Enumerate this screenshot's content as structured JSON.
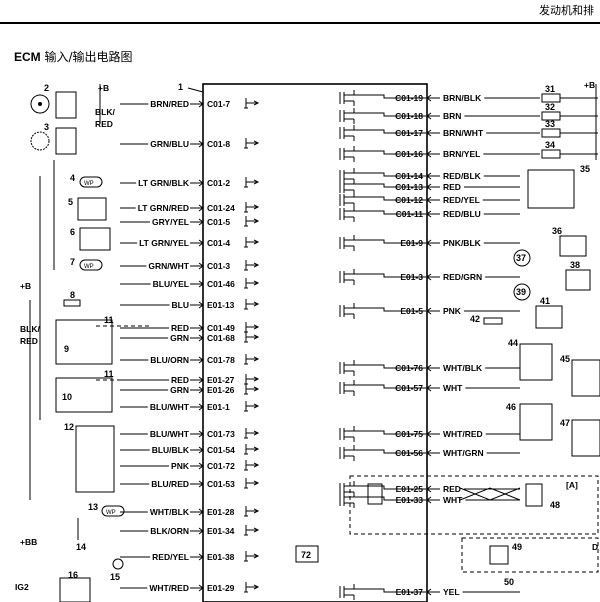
{
  "header": {
    "section": "发动机和排"
  },
  "title": {
    "en": "ECM",
    "zh": "输入/输出电路图"
  },
  "ecm_label": "1",
  "left_rows": [
    {
      "wire": "BRN/RED",
      "pin": "C01-7"
    },
    {
      "wire": "GRN/BLU",
      "pin": "C01-8"
    },
    {
      "wire": "LT GRN/BLK",
      "pin": "C01-2"
    },
    {
      "wire": "LT GRN/RED",
      "pin": "C01-24"
    },
    {
      "wire": "GRY/YEL",
      "pin": "C01-5"
    },
    {
      "wire": "LT GRN/YEL",
      "pin": "C01-4"
    },
    {
      "wire": "GRN/WHT",
      "pin": "C01-3"
    },
    {
      "wire": "BLU/YEL",
      "pin": "C01-46"
    },
    {
      "wire": "BLU",
      "pin": "E01-13"
    },
    {
      "wire": "RED",
      "pin": "C01-49"
    },
    {
      "wire": "GRN",
      "pin": "C01-68"
    },
    {
      "wire": "BLU/ORN",
      "pin": "C01-78"
    },
    {
      "wire": "RED",
      "pin": "E01-27"
    },
    {
      "wire": "GRN",
      "pin": "E01-26"
    },
    {
      "wire": "BLU/WHT",
      "pin": "E01-1"
    },
    {
      "wire": "BLU/WHT",
      "pin": "C01-73"
    },
    {
      "wire": "BLU/BLK",
      "pin": "C01-54"
    },
    {
      "wire": "PNK",
      "pin": "C01-72"
    },
    {
      "wire": "BLU/RED",
      "pin": "C01-53"
    },
    {
      "wire": "WHT/BLK",
      "pin": "E01-28"
    },
    {
      "wire": "BLK/ORN",
      "pin": "E01-34"
    },
    {
      "wire": "RED/YEL",
      "pin": "E01-38"
    },
    {
      "wire": "WHT/RED",
      "pin": "E01-29"
    }
  ],
  "right_rows": [
    {
      "pin": "C01-19",
      "wire": "BRN/BLK",
      "comp": "31"
    },
    {
      "pin": "C01-18",
      "wire": "BRN",
      "comp": "32"
    },
    {
      "pin": "C01-17",
      "wire": "BRN/WHT",
      "comp": "33"
    },
    {
      "pin": "C01-16",
      "wire": "BRN/YEL",
      "comp": "34"
    },
    {
      "pin": "C01-14",
      "wire": "RED/BLK",
      "comp": ""
    },
    {
      "pin": "C01-13",
      "wire": "RED",
      "comp": ""
    },
    {
      "pin": "C01-12",
      "wire": "RED/YEL",
      "comp": ""
    },
    {
      "pin": "C01-11",
      "wire": "RED/BLU",
      "comp": ""
    },
    {
      "pin": "E01-9",
      "wire": "PNK/BLK",
      "comp": ""
    },
    {
      "pin": "E01-3",
      "wire": "RED/GRN",
      "comp": ""
    },
    {
      "pin": "E01-5",
      "wire": "PNK",
      "comp": ""
    },
    {
      "pin": "C01-76",
      "wire": "WHT/BLK",
      "comp": ""
    },
    {
      "pin": "C01-57",
      "wire": "WHT",
      "comp": ""
    },
    {
      "pin": "C01-75",
      "wire": "WHT/RED",
      "comp": ""
    },
    {
      "pin": "C01-56",
      "wire": "WHT/GRN",
      "comp": ""
    },
    {
      "pin": "E01-25",
      "wire": "RED",
      "comp": ""
    },
    {
      "pin": "E01-33",
      "wire": "WHT",
      "comp": ""
    },
    {
      "pin": "E01-37",
      "wire": "YEL",
      "comp": ""
    }
  ],
  "components": {
    "c2": "2",
    "c3": "3",
    "c4": "4",
    "c5": "5",
    "c6": "6",
    "c7": "7",
    "c8": "8",
    "c9": "9",
    "c10": "10",
    "c11a": "11",
    "c11b": "11",
    "c12": "12",
    "c13": "13",
    "c14": "14",
    "c15": "15",
    "c16": "16",
    "c35": "35",
    "c36": "36",
    "c37": "37",
    "c38": "38",
    "c39": "39",
    "c41": "41",
    "c42": "42",
    "c44": "44",
    "c45": "45",
    "c46": "46",
    "c47": "47",
    "c48": "48",
    "c49": "49",
    "c50": "50",
    "c72": "72",
    "bracketA": "[A]"
  },
  "labels": {
    "plusB1": "+B",
    "plusB2": "+B",
    "plusB3": "+B",
    "blk": "BLK/",
    "red": "RED",
    "blk2": "BLK/",
    "red2": "RED",
    "plusBB": "+BB",
    "ig2": "IG2",
    "hDecor": "D",
    "wp": "WP"
  }
}
